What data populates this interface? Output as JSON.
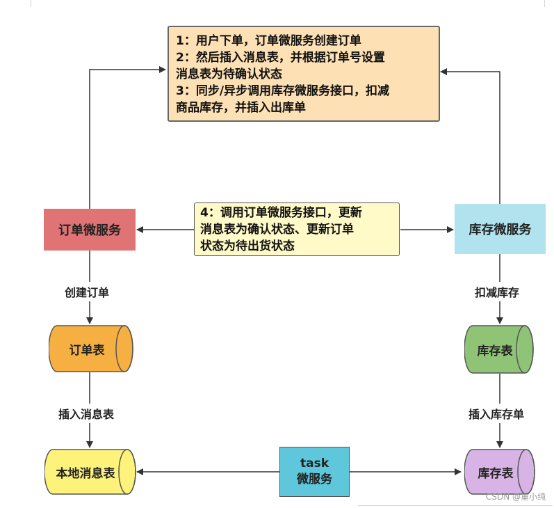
{
  "top_note": {
    "lines": [
      "1：用户下单，订单微服务创建订单",
      "2：然后插入消息表，并根据订单号设置",
      "消息表为待确认状态",
      "3：同步/异步调用库存微服务接口，扣减",
      "商品库存，并插入出库单"
    ],
    "color": "#fde0b4"
  },
  "middle_note": {
    "lines": [
      "4：调用订单微服务接口，更新",
      "消息表为确认状态、更新订单",
      "状态为待出货状态"
    ],
    "color": "#fffac8"
  },
  "nodes": {
    "order_service": {
      "label": "订单微服务",
      "color": "#e07474"
    },
    "stock_service": {
      "label": "库存微服务",
      "color": "#b1e3ef"
    },
    "order_table": {
      "label": "订单表",
      "color": "#f6b042"
    },
    "stock_table": {
      "label": "库存表",
      "color": "#8fc477"
    },
    "local_msg_table": {
      "label": "本地消息表",
      "color": "#fdf27a"
    },
    "stock_table2": {
      "label": "库存表",
      "color": "#d8b4e6"
    },
    "task_service": {
      "line1": "task",
      "line2": "微服务",
      "color": "#5ec7dc"
    }
  },
  "edge_labels": {
    "create_order": "创建订单",
    "insert_msg": "插入消息表",
    "deduct_stock": "扣减库存",
    "insert_outbound": "插入库存单"
  },
  "watermark": "CSDN @重小纯"
}
